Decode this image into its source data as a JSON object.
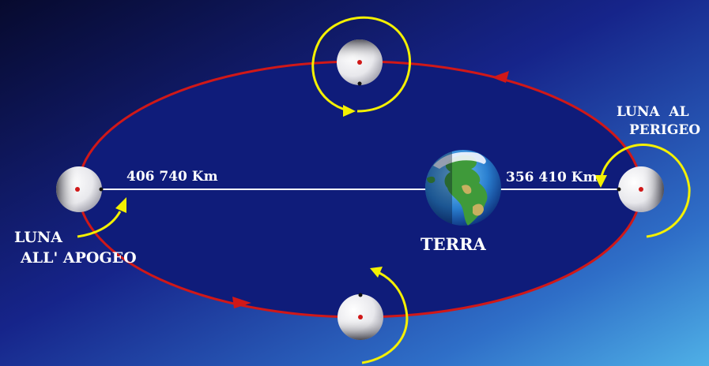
{
  "colors": {
    "background_dark": "#070a2e",
    "background_light": "#4fb0e6",
    "orbit_fill": "#0f1c7a",
    "orbit_line": "#d01818",
    "motion_arrows": "#f4f000",
    "distance_line": "#ffffff"
  },
  "labels": {
    "apogee_distance": "406 740 Km",
    "perigee_distance": "356 410 Km",
    "earth": "TERRA",
    "apogee_line1": "LUNA",
    "apogee_line2": "ALL' APOGEO",
    "perigee_line1": "LUNA  AL",
    "perigee_line2": "PERIGEO"
  },
  "icons": {
    "earth": "earth-globe-icon",
    "moon": "moon-phase-icon"
  }
}
